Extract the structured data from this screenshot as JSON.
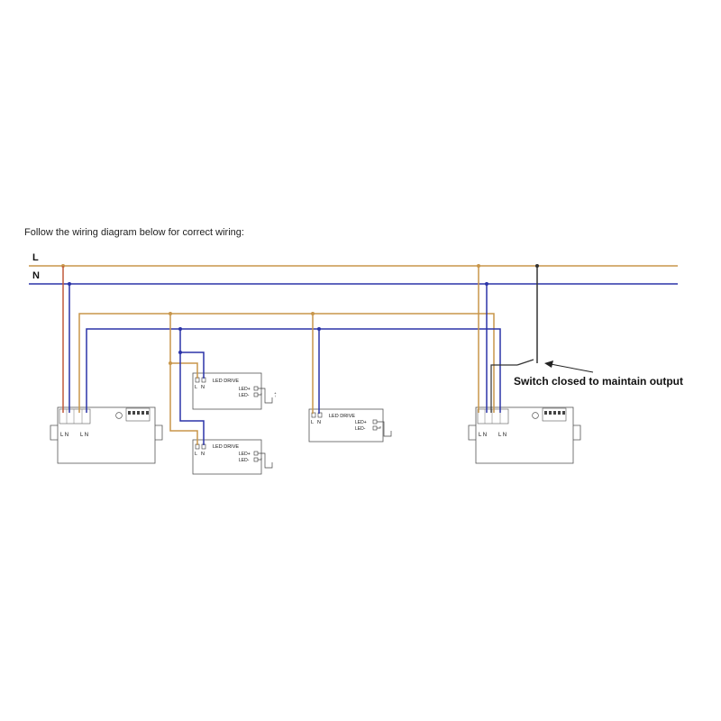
{
  "heading": "Follow the wiring diagram below for correct wiring:",
  "bus": {
    "live_label": "L",
    "neutral_label": "N"
  },
  "colors": {
    "live": "#c8964a",
    "neutral": "#2b34a8",
    "sensor_live": "#c0583a",
    "switch_wire": "#333333"
  },
  "sensor_left": {
    "terminal_text_1": "L N",
    "terminal_text_2": "L N"
  },
  "sensor_right": {
    "terminal_text_1": "L N",
    "terminal_text_2": "L N"
  },
  "led_drivers": [
    {
      "title": "LED DRIVE",
      "terminal_l": "L",
      "terminal_n": "N",
      "out_plus": "LED+",
      "out_minus": "LED-"
    },
    {
      "title": "LED DRIVE",
      "terminal_l": "L",
      "terminal_n": "N",
      "out_plus": "LED+",
      "out_minus": "LED-"
    },
    {
      "title": "LED DRIVE",
      "terminal_l": "L",
      "terminal_n": "N",
      "out_plus": "LED+",
      "out_minus": "LED-"
    }
  ],
  "switch_annotation": "Switch closed to maintain output"
}
